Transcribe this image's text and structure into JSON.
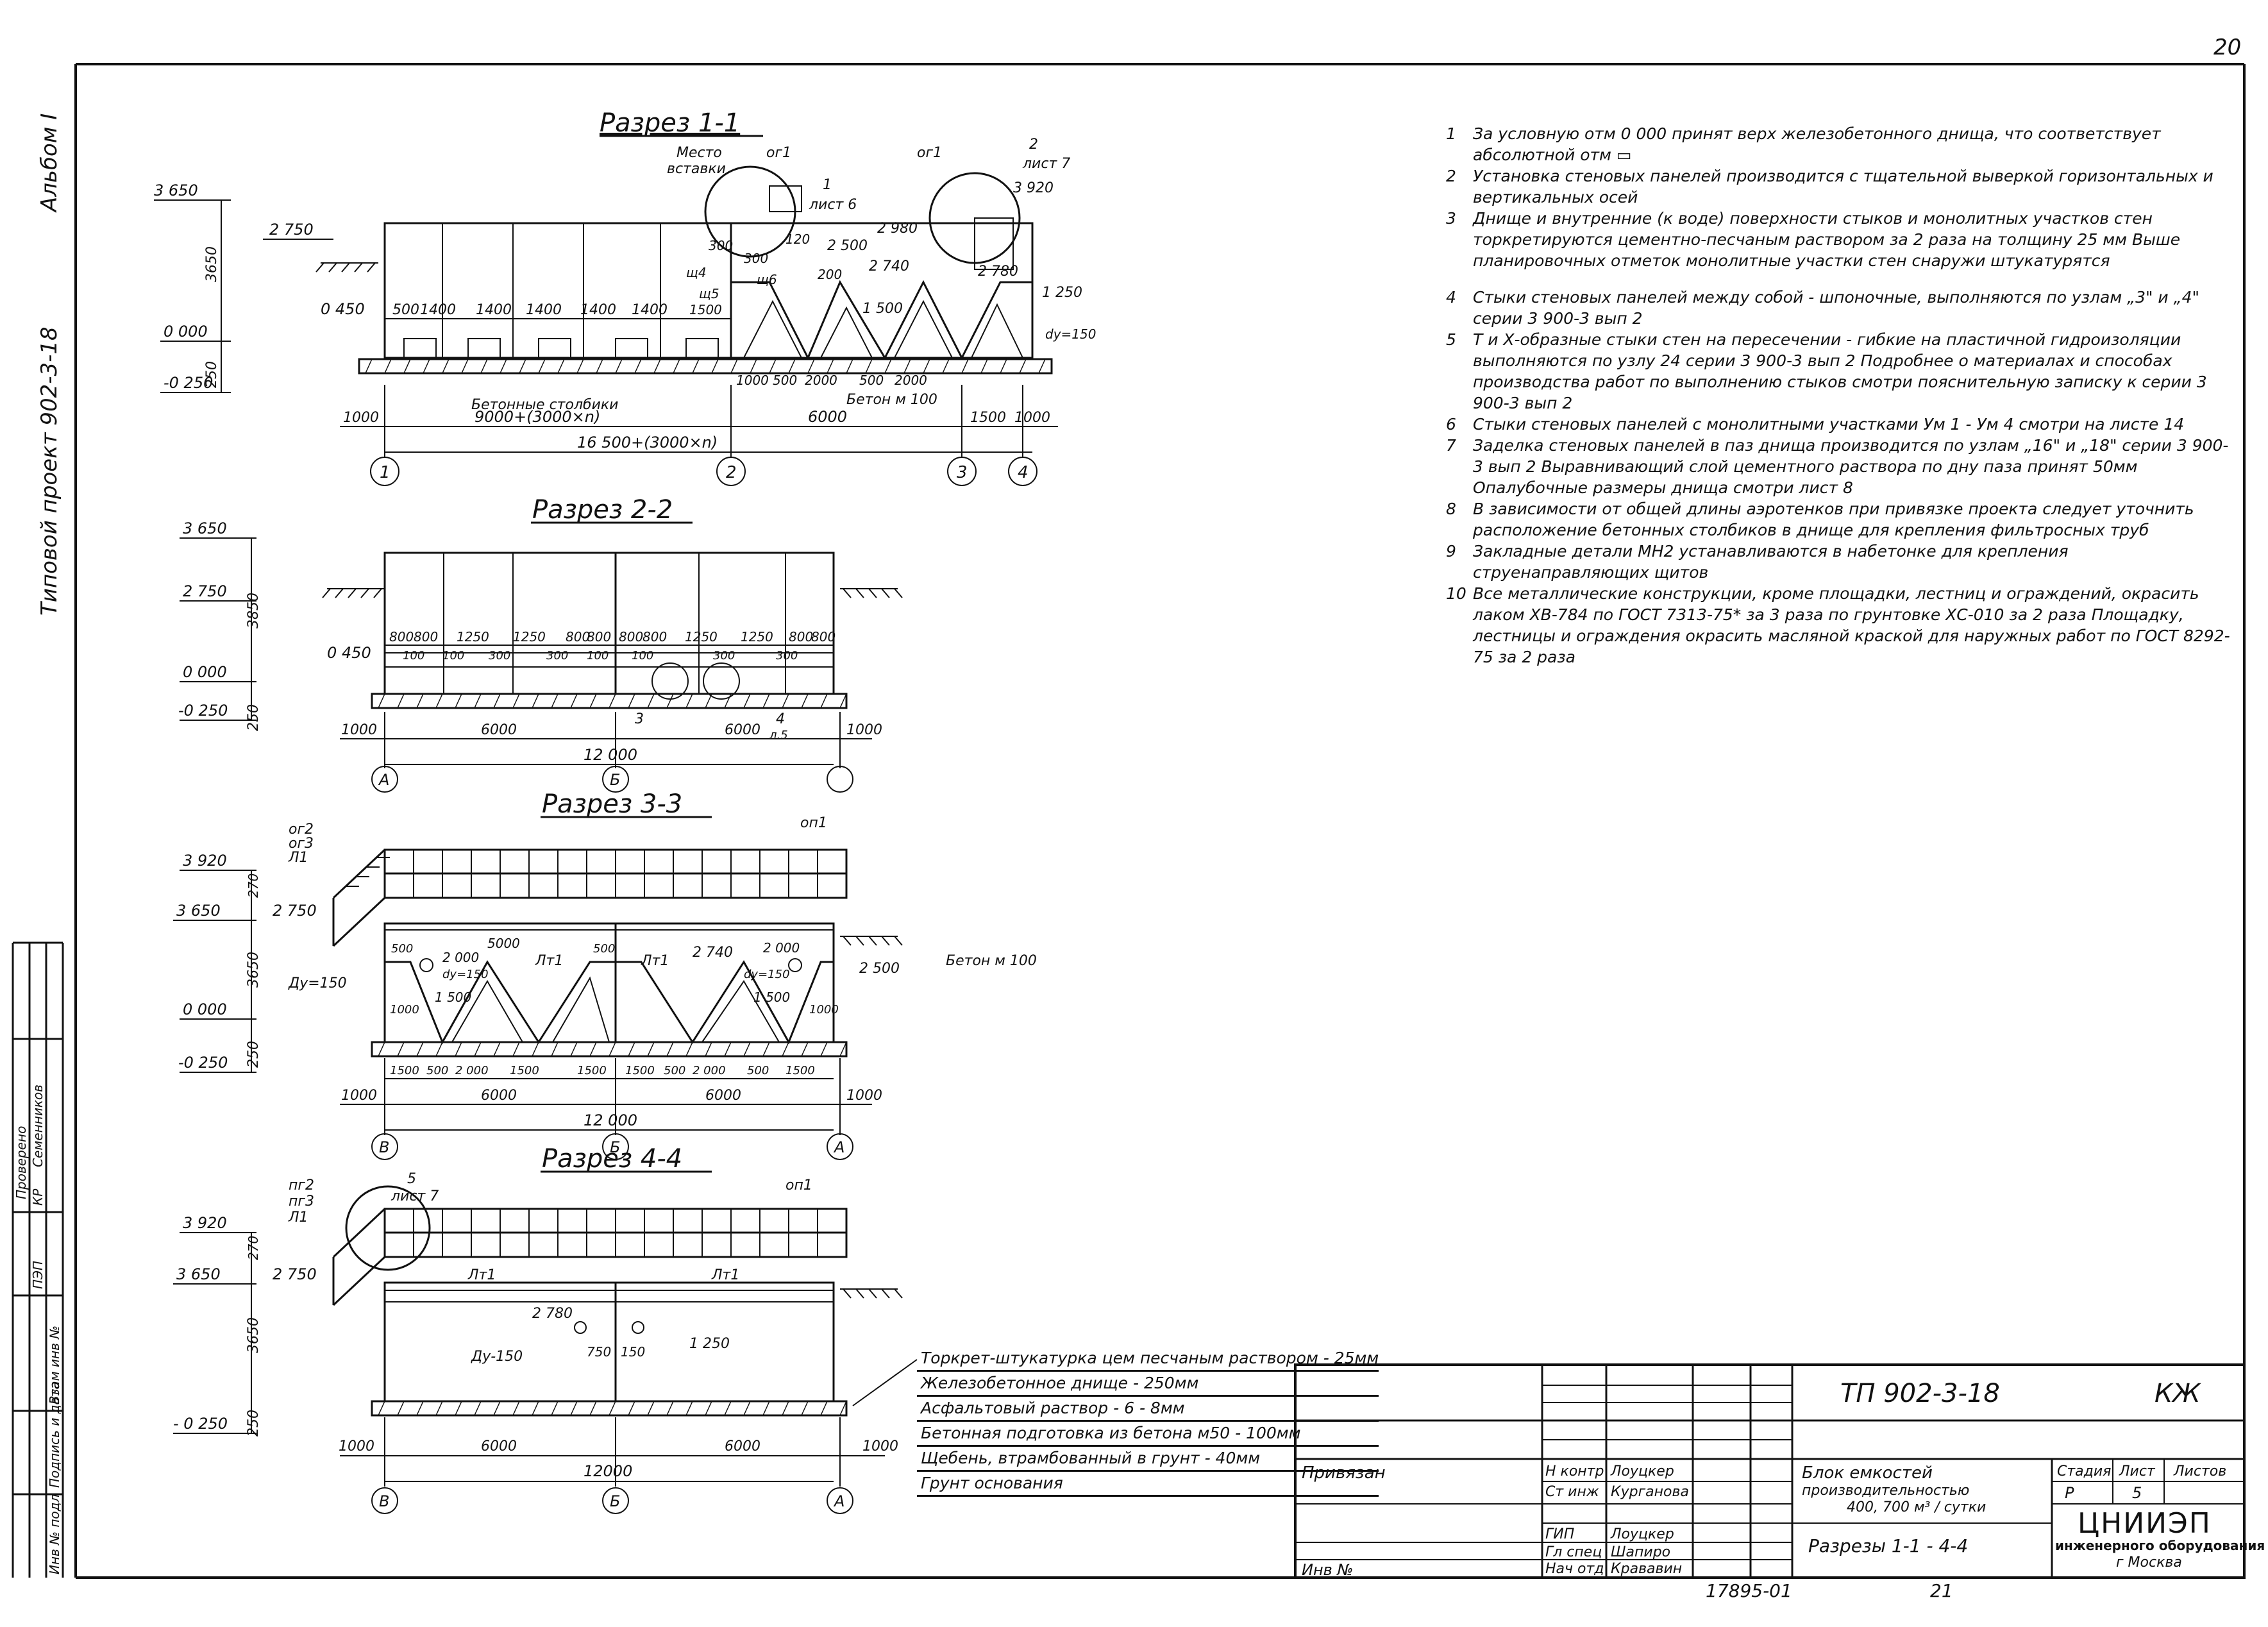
{
  "sheet": {
    "page_number": "20",
    "album_label": "Альбом I",
    "project_label": "Типовой проект 902-3-18",
    "footer_number": "17895-01",
    "footer_page": "21"
  },
  "sections": {
    "s11": {
      "title": "Разрез 1-1",
      "labels": {
        "mesto": "Место",
        "vstavki": "вставки",
        "og1a": "ог1",
        "og1b": "ог1",
        "call1_num": "1",
        "call1_sheet": "лист 6",
        "call2_num": "2",
        "call2_sheet": "лист 7",
        "sch4": "щ4",
        "sch5": "щ5",
        "sch6": "щ6",
        "dy": "dу=150",
        "bet_stolb": "Бетонные столбики",
        "beton": "Бетон м 100"
      },
      "levels": {
        "l3650": "3 650",
        "l0000": "0 000",
        "lm250": "-0 250",
        "l450": "0 450",
        "l2750": "2 750",
        "l3920": "3 920",
        "l2980": "2 980",
        "l2500": "2 500",
        "l2740": "2 740",
        "l2780": "2 780",
        "l1250": "1 250",
        "l1500": "1 500"
      },
      "dims": {
        "d3650": "3650",
        "d250": "250",
        "d500": "500",
        "d1400": "1400",
        "d300": "300",
        "d120": "120",
        "d200": "200",
        "d1500": "1500",
        "d1000": "1000",
        "d2000": "2000",
        "d6000": "6000",
        "span1": "9000+(3000×n)",
        "total": "16 500+(3000×n)"
      },
      "axes": [
        "1",
        "2",
        "3",
        "4"
      ]
    },
    "s22": {
      "title": "Разрез 2-2",
      "levels": {
        "l3650": "3 650",
        "l2750": "2 750",
        "l450": "0 450",
        "l0000": "0 000",
        "lm250": "-0 250"
      },
      "dims": {
        "d3850": "3850",
        "d250": "250",
        "d800": "800",
        "d1250": "1250",
        "d100": "100",
        "d300": "300",
        "d1000": "1000",
        "d6000": "6000",
        "d12000": "12 000"
      },
      "callouts": {
        "c3": "3",
        "c4": "4",
        "cs": "л.5"
      },
      "axes": [
        "А",
        "Б"
      ]
    },
    "s33": {
      "title": "Разрез 3-3",
      "labels": {
        "og2": "ог2",
        "og3": "ог3",
        "l1": "Л1",
        "op1": "оп1",
        "lt1a": "Лт1",
        "lt1b": "Лт1",
        "dy150": "Ду=150",
        "dy150b": "dу=150",
        "dy150c": "dу=150",
        "beton": "Бетон м 100"
      },
      "levels": {
        "l3920": "3 920",
        "l3650": "3 650",
        "l2750": "2 750",
        "l0000": "0 000",
        "lm250": "-0 250",
        "l2000": "2 000",
        "l2740": "2 740",
        "l2500": "2 500",
        "l1500": "1 500"
      },
      "dims": {
        "d270": "270",
        "d3650": "3650",
        "d250": "250",
        "d5000": "5000",
        "d500": "500",
        "d1000": "1000",
        "d1500": "1500",
        "d2000": "2 000",
        "d6000": "6000",
        "d12000": "12 000"
      },
      "axes": [
        "В",
        "Б",
        "А"
      ]
    },
    "s44": {
      "title": "Разрез 4-4",
      "labels": {
        "call_num": "5",
        "call_sheet": "лист 7",
        "pg2": "пг2",
        "pg3": "пг3",
        "l1": "Л1",
        "op1": "оп1",
        "lt1a": "Лт1",
        "lt1b": "Лт1",
        "dy": "Ду-150"
      },
      "levels": {
        "l3920": "3 920",
        "l3650": "3 650",
        "l2750": "2 750",
        "lm250": "- 0 250",
        "l2780": "2 780",
        "l1250": "1 250"
      },
      "dims": {
        "d270": "270",
        "d3650": "3650",
        "d250": "250",
        "d750": "750",
        "d150": "150",
        "d1000": "1000",
        "d6000": "6000",
        "d12000": "12000"
      },
      "axes": [
        "В",
        "Б",
        "А"
      ]
    }
  },
  "notes": [
    {
      "num": "1",
      "text": "За условную отм 0 000 принят верх железобетонного днища, что соответствует абсолютной отм ▭"
    },
    {
      "num": "2",
      "text": "Установка стеновых панелей производится с тщательной выверкой горизонтальных и вертикальных осей"
    },
    {
      "num": "3",
      "text": "Днище и внутренние (к воде) поверхности стыков и монолитных участков стен торкретируются цементно-песчаным раствором за 2 раза на толщину 25 мм Выше планировочных отметок монолитные участки стен снаружи штукатурятся"
    },
    {
      "num": "4",
      "text": "Стыки стеновых панелей между собой - шпоночные, выполняются по узлам „3\" и „4\" серии 3 900-3 вып 2"
    },
    {
      "num": "5",
      "text": "Т и Х-образные стыки стен на пересечении - гибкие на пластичной гидроизоляции выполняются по узлу 24 серии 3 900-3 вып 2 Подробнее о материалах и способах производства работ по выполнению стыков смотри пояснительную записку к серии 3 900-3 вып 2"
    },
    {
      "num": "6",
      "text": "Стыки стеновых панелей с монолитными участками Ум 1 - Ум 4 смотри на листе 14"
    },
    {
      "num": "7",
      "text": "Заделка стеновых панелей в паз днища производится по узлам „16\" и „18\" серии 3 900-3 вып 2 Выравнивающий слой цементного раствора по дну паза принят 50мм Опалубочные размеры днища смотри лист 8"
    },
    {
      "num": "8",
      "text": "В зависимости от общей длины аэротенков при привязке проекта следует уточнить расположение бетонных столбиков в днище для крепления фильтросных труб"
    },
    {
      "num": "9",
      "text": "Закладные детали МН2 устанавливаются в набетонке для крепления струенаправляющих щитов"
    },
    {
      "num": "10",
      "text": "Все металлические конструкции, кроме площадки, лестниц и ограждений, окрасить лаком ХВ-784 по ГОСТ 7313-75* за 3 раза по грунтовке ХС-010 за 2 раза Площадку, лестницы и ограждения окрасить масляной краской для наружных работ по ГОСТ 8292-75 за 2 раза"
    }
  ],
  "layers": [
    "Торкрет-штукатурка цем песчаным раствором - 25мм",
    "Железобетонное днище - 250мм",
    "Асфальтовый раствор - 6 - 8мм",
    "Бетонная подготовка из бетона м50 - 100мм",
    "Щебень, втрамбованный в грунт - 40мм",
    "Грунт основания"
  ],
  "title_block": {
    "doc_code": "ТП 902-3-18",
    "mark": "КЖ",
    "privyazan": "Привязан",
    "inv": "Инв №",
    "staff": [
      {
        "role": "Н контр",
        "name": "Лоуцкер"
      },
      {
        "role": "Ст инж",
        "name": "Курганова"
      },
      {
        "role": "ГИП",
        "name": "Лоуцкер"
      },
      {
        "role": "Гл спец",
        "name": "Шапиро"
      },
      {
        "role": "Нач отд",
        "name": "Крававин"
      }
    ],
    "description_line1": "Блок емкостей",
    "description_line2": "производительностью",
    "description_line3": "400, 700 м³ / сутки",
    "sheet_title": "Разрезы 1-1 - 4-4",
    "stage_header": "Стадия",
    "sheet_header": "Лист",
    "sheets_header": "Листов",
    "stage_value": "Р",
    "sheet_value": "5",
    "org_name": "ЦНИИЭП",
    "org_line2": "инженерного оборудования",
    "org_city": "г Москва"
  },
  "side_stamp": {
    "labels": [
      "Инв № подл",
      "Подпись и дата",
      "Взам инв №",
      "ПЭП",
      "КР",
      "Семенников",
      "Проверено"
    ]
  }
}
